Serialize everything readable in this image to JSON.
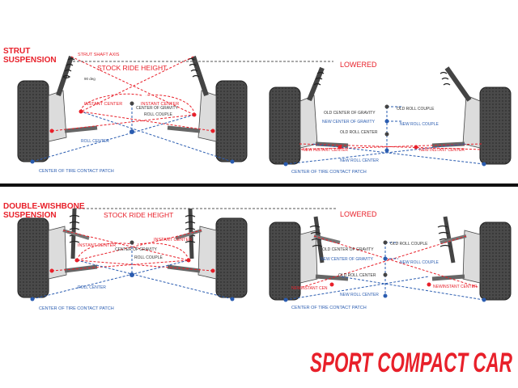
{
  "colors": {
    "red": "#e8202a",
    "blue": "#2a5cb0",
    "dark": "#333333",
    "tire": "#555555",
    "tire_tread": "#2e2e2e",
    "metal": "#d9d9d9",
    "divider": "#111111"
  },
  "strut": {
    "title_line1": "STRUT",
    "title_line2": "SUSPENSION",
    "stock": {
      "ride_height": "STOCK RIDE HEIGHT",
      "strut_shaft_axis": "STRUT SHAFT AXIS",
      "angle": "90 deg",
      "instant_center_left": "INSTANT CENTER",
      "instant_center_right": "INSTANT CENTER",
      "center_of_gravity": "CENTER OF GRAVITY",
      "roll_couple": "ROLL COUPLE",
      "roll_center": "ROLL CENTER",
      "contact_patch": "CENTER OF TIRE CONTACT PATCH"
    },
    "lowered": {
      "title": "LOWERED",
      "old_cg": "OLD CENTER OF GRAVITY",
      "old_roll_couple": "OLD ROLL COUPLE",
      "new_cg": "NEW CENTER OF GRAVITY",
      "old_roll_center": "OLD ROLL CENTER",
      "new_roll_couple": "NEW ROLL COUPLE",
      "new_instant_center_left": "NEW INSTANT CENTER",
      "new_instant_center_right": "NEW INSTANT CENTER",
      "new_roll_center": "NEW ROLL CENTER",
      "contact_patch": "CENTER OF TIRE CONTACT PATCH"
    }
  },
  "wishbone": {
    "title_line1": "DOUBLE-WISHBONE",
    "title_line2": "SUSPENSION",
    "stock": {
      "ride_height": "STOCK RIDE HEIGHT",
      "instant_center_left": "INSTANT CENTER",
      "instant_center_right": "INSTANT CENTER",
      "center_of_gravity": "CENTER OF GRAVITY",
      "roll_couple": "ROLL COUPLE",
      "roll_center": "ROLL CENTER",
      "contact_patch": "CENTER OF TIRE CONTACT PATCH"
    },
    "lowered": {
      "title": "LOWERED",
      "old_roll_couple": "OLD ROLL COUPLE",
      "old_cg": "OLD CENTER OF GRAVITY",
      "new_cg": "NEW CENTER OF GRAVITY",
      "new_roll_couple": "NEW ROLL COUPLE",
      "new_instant_center_left": "NEWINSTANT CEN",
      "old_roll_center": "OLD ROLL CENTER",
      "new_instant_center_right": "NEWINSTANT CENTER",
      "new_roll_center": "NEW ROLL CENTER",
      "contact_patch": "CENTER OF TIRE CONTACT PATCH"
    }
  },
  "brand": {
    "logo": "SPORT COMPACT CAR"
  }
}
